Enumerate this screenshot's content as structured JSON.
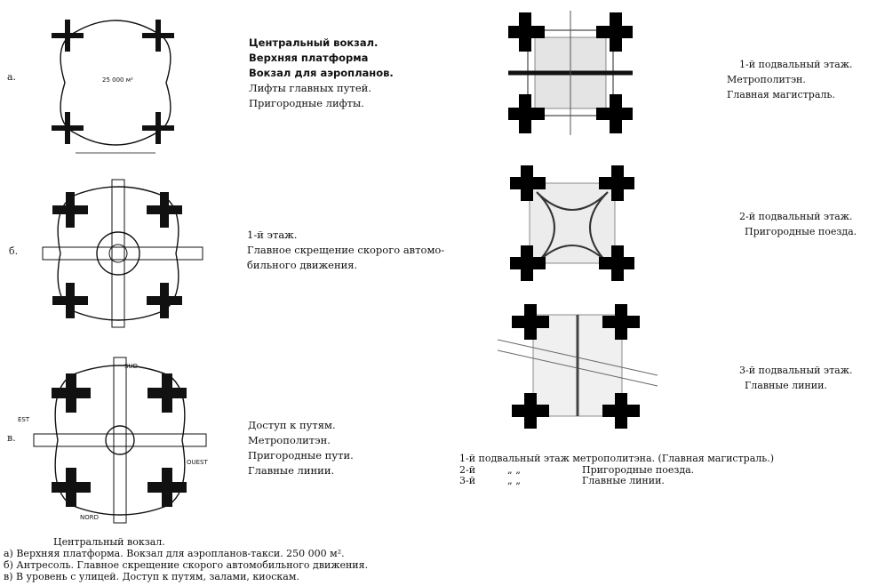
{
  "left": {
    "a": {
      "mark": "а.",
      "area_label": "25 000 м²",
      "lines": [
        {
          "text": "Центральный вокзал.",
          "bold": true
        },
        {
          "text": "Верхняя платформа",
          "bold": true
        },
        {
          "text": "Вокзал для аэропланов.",
          "bold": true
        },
        {
          "text": "Лифты главных путей.",
          "bold": false
        },
        {
          "text": "Пригородные лифты.",
          "bold": false
        }
      ]
    },
    "b": {
      "mark": "б.",
      "lines": [
        "1-й этаж.",
        "Главное скрещение скорого автомо-",
        "бильного движения."
      ]
    },
    "v": {
      "mark": "в.",
      "map_labels": {
        "sud": "SUD",
        "ouest": "OUEST",
        "nord": "NORD",
        "est": "EST"
      },
      "lines": [
        "Доступ к путям.",
        "Метрополитэн.",
        "Пригородные пути.",
        "Главные линии."
      ]
    },
    "caption": [
      "Центральный вокзал.",
      "а) Верхняя платформа. Вокзал для аэропланов-такси. 250 000 м².",
      "б) Антресоль. Главное скрещение скорого автомобильного движения.",
      "в) В уровень с улицей. Доступ к путям, залами, киоскам."
    ]
  },
  "right": {
    "level1": {
      "lines": [
        "1-й подвальный этаж.",
        "Метрополитэн.",
        "Главная магистраль."
      ]
    },
    "level2": {
      "lines": [
        "2-й подвальный этаж.",
        "Пригородные поезда."
      ]
    },
    "level3": {
      "lines": [
        "3-й подвальный этаж.",
        "Главные линии."
      ]
    },
    "legend": [
      {
        "a": "1-й",
        "b": "подвальный",
        "c": "этаж метрополитэна. (Главная магистраль.)"
      },
      {
        "a": "2-й",
        "b": "„      „",
        "c": "Пригородные поезда."
      },
      {
        "a": "3-й",
        "b": "„      „",
        "c": "Главные линии."
      }
    ]
  }
}
